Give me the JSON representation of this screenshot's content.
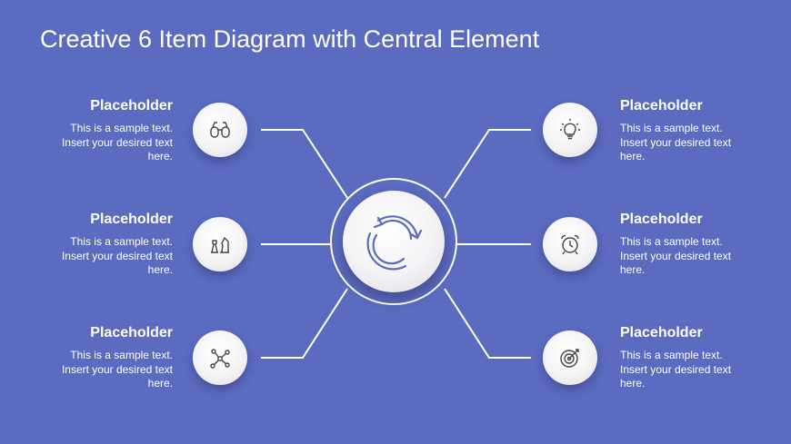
{
  "title": "Creative 6 Item Diagram with Central Element",
  "center": {
    "icon": "refresh-cycle-icon"
  },
  "items": [
    {
      "heading": "Placeholder",
      "line1": "This is a sample text.",
      "line2": "Insert your desired text",
      "line3": "here.",
      "icon": "binoculars-icon"
    },
    {
      "heading": "Placeholder",
      "line1": "This is a sample text.",
      "line2": "Insert your desired text",
      "line3": "here.",
      "icon": "chess-pieces-icon"
    },
    {
      "heading": "Placeholder",
      "line1": "This is a sample text.",
      "line2": "Insert your desired text",
      "line3": "here.",
      "icon": "network-nodes-icon"
    },
    {
      "heading": "Placeholder",
      "line1": "This is a sample text.",
      "line2": "Insert your desired text",
      "line3": "here.",
      "icon": "lightbulb-icon"
    },
    {
      "heading": "Placeholder",
      "line1": "This is a sample text.",
      "line2": "Insert your desired text",
      "line3": "here.",
      "icon": "alarm-clock-icon"
    },
    {
      "heading": "Placeholder",
      "line1": "This is a sample text.",
      "line2": "Insert your desired text",
      "line3": "here.",
      "icon": "target-arrow-icon"
    }
  ],
  "colors": {
    "background": "#5b6bc0",
    "accent": "#5b6bc0",
    "node": "#f4f4f6",
    "text": "#ffffff"
  }
}
